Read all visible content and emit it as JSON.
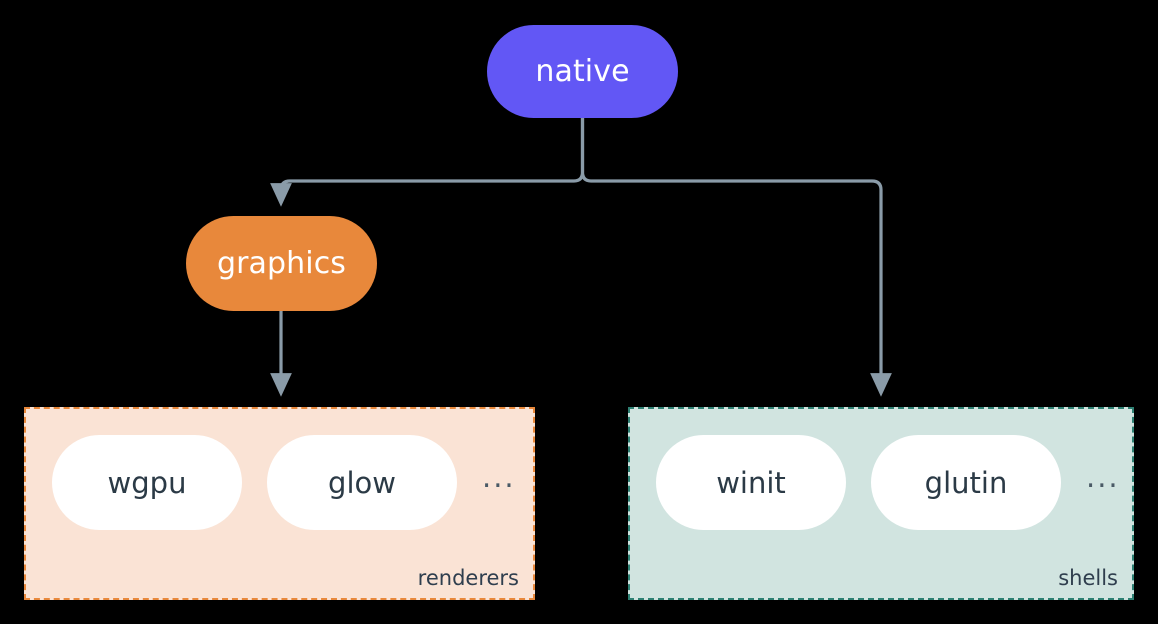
{
  "diagram": {
    "title": "native",
    "background_color": "#000000",
    "connector_color": "#8a9ba8",
    "nodes": {
      "root": {
        "label": "native",
        "color": "#6257f5",
        "text_color": "#ffffff"
      },
      "graphics": {
        "label": "graphics",
        "color": "#e8883b",
        "text_color": "#ffffff"
      }
    },
    "groups": [
      {
        "name": "renderers",
        "label": "renderers",
        "fill_color": "#fae3d5",
        "border_color": "#e8883b",
        "border_style": "dashed",
        "items": [
          {
            "label": "wgpu"
          },
          {
            "label": "glow"
          }
        ],
        "overflow": "..."
      },
      {
        "name": "shells",
        "label": "shells",
        "fill_color": "#d1e4e0",
        "border_color": "#2e8073",
        "border_style": "dashed",
        "items": [
          {
            "label": "winit"
          },
          {
            "label": "glutin"
          }
        ],
        "overflow": "..."
      }
    ],
    "edges": [
      {
        "from": "native",
        "to": "graphics",
        "style": "elbow-arrow"
      },
      {
        "from": "native",
        "to": "shells",
        "style": "elbow-arrow"
      },
      {
        "from": "graphics",
        "to": "renderers",
        "style": "straight-arrow"
      }
    ]
  }
}
